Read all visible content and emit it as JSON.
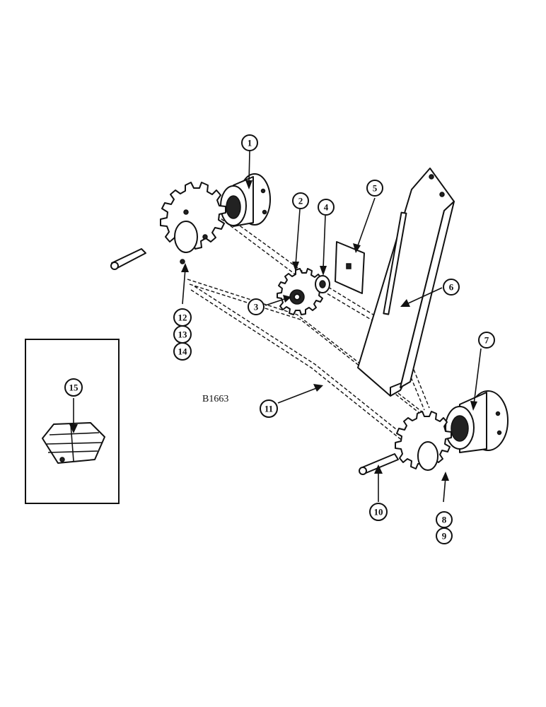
{
  "figure": {
    "reference_code": "B1663",
    "callouts": [
      {
        "id": "1",
        "label": "1"
      },
      {
        "id": "2",
        "label": "2"
      },
      {
        "id": "3",
        "label": "3"
      },
      {
        "id": "4",
        "label": "4"
      },
      {
        "id": "5",
        "label": "5"
      },
      {
        "id": "6",
        "label": "6"
      },
      {
        "id": "7",
        "label": "7"
      },
      {
        "id": "8",
        "label": "8"
      },
      {
        "id": "9",
        "label": "9"
      },
      {
        "id": "10",
        "label": "10"
      },
      {
        "id": "11",
        "label": "11"
      },
      {
        "id": "12",
        "label": "12"
      },
      {
        "id": "13",
        "label": "13"
      },
      {
        "id": "14",
        "label": "14"
      },
      {
        "id": "15",
        "label": "15"
      }
    ]
  }
}
